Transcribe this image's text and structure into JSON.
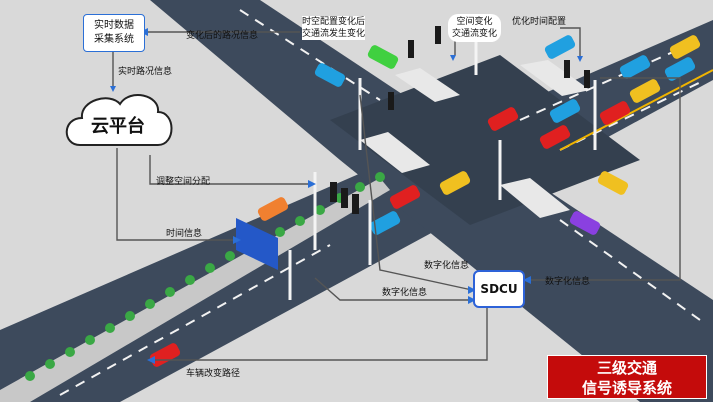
{
  "nodes": {
    "data_system": "实时数据\n采集系统",
    "cloud": "云平台",
    "sdcu": "SDCU"
  },
  "labels": {
    "road_info_after_change": "变化后的路况信息",
    "realtime_road_info": "实时路况信息",
    "flow_change": "时空配置变化后\n交通流发生变化",
    "space_change": "空间变化\n交通流变化",
    "optimize_time": "优化时间配置",
    "adjust_space": "调整空间分配",
    "time_info": "时间信息",
    "digital_info_1": "数字化信息",
    "digital_info_2": "数字化信息",
    "digital_info_3": "数字化信息",
    "vehicle_route": "车辆改变路径"
  },
  "title": "三级交通\n信号诱导系统",
  "colors": {
    "road": "#3d4a5c",
    "sidewalk": "#c8c8c8",
    "arrow": "#2b6fd6",
    "connector": "#555555",
    "title_bg": "#c40b0b",
    "highlight_line": "#f0b400",
    "tree": "#3aa845"
  }
}
